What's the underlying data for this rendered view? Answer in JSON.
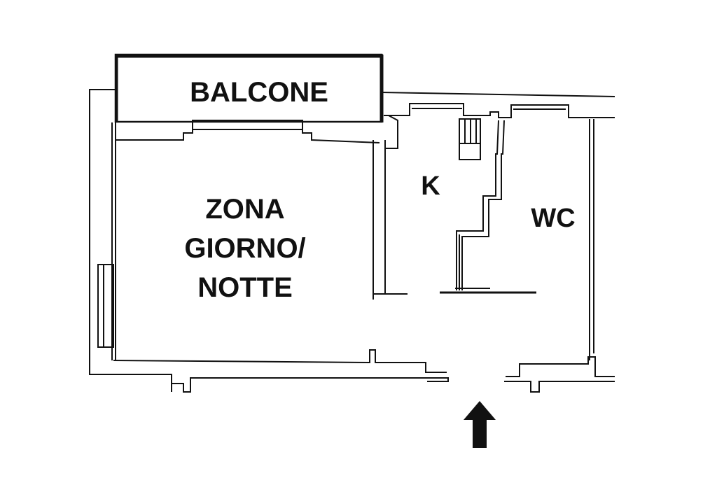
{
  "plan": {
    "rooms": {
      "balcone": "BALCONE",
      "zona_line1": "ZONA",
      "zona_line2": "GIORNO/",
      "zona_line3": "NOTTE",
      "kitchen": "K",
      "wc": "WC"
    },
    "entrance_icon": "arrow-up-icon",
    "colors": {
      "wall": "#111111",
      "background": "#ffffff"
    }
  }
}
